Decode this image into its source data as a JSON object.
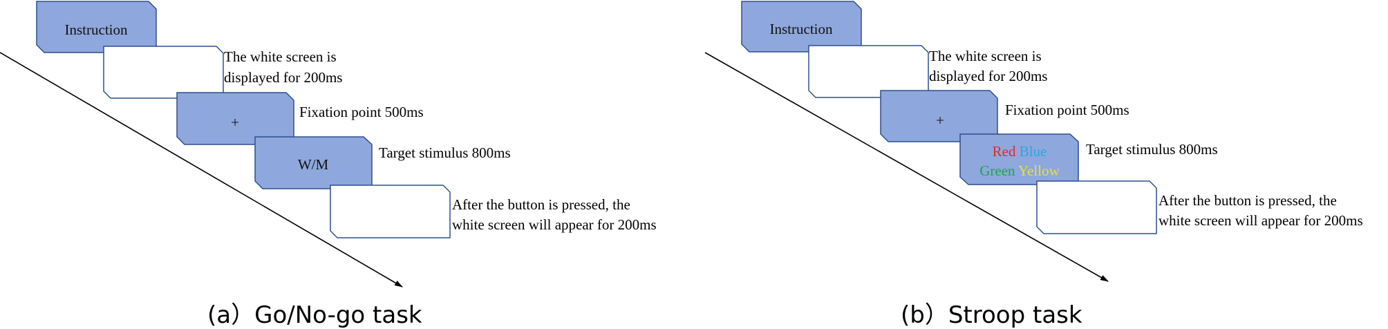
{
  "colors": {
    "box_fill": "#8ea7dc",
    "box_stroke": "#2f4f8f",
    "white_fill": "#ffffff",
    "arrow": "#000000",
    "red": "#e3262f",
    "blue": "#2ca6e6",
    "green": "#1aa84a",
    "yellow": "#e8e03a"
  },
  "panel_a": {
    "instruction": "Instruction",
    "white1_line1": "The white screen is",
    "white1_line2": "displayed for 200ms",
    "fixation_symbol": "+",
    "fixation_desc": "Fixation point 500ms",
    "target_symbol": "W/M",
    "target_desc": "Target stimulus 800ms",
    "after_line1": "After the button is pressed, the",
    "after_line2": "white screen will appear for 200ms",
    "caption": "(a）Go/No-go task"
  },
  "panel_b": {
    "instruction": "Instruction",
    "white1_line1": "The white screen is",
    "white1_line2": "displayed for 200ms",
    "fixation_symbol": "+",
    "fixation_desc": "Fixation point 500ms",
    "stroop_red": "Red",
    "stroop_blue": "Blue",
    "stroop_green": "Green",
    "stroop_yellow": "Yellow",
    "target_desc": "Target stimulus 800ms",
    "after_line1": "After the button is pressed, the",
    "after_line2": "white screen will appear for 200ms",
    "caption": "(b）Stroop task"
  }
}
